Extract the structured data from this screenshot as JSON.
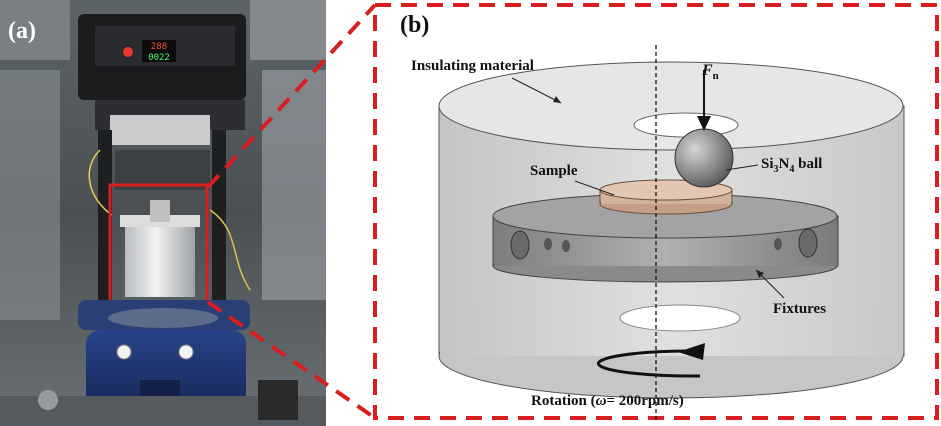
{
  "panel_a": {
    "label": "(a)",
    "display_readouts": [
      "288",
      "0022"
    ]
  },
  "panel_b": {
    "label": "(b)",
    "insulating_material": "Insulating material",
    "force_symbol": "F",
    "force_subscript": "n",
    "sample": "Sample",
    "ball_prefix": "Si",
    "ball_sub1": "3",
    "ball_mid": "N",
    "ball_sub2": "4",
    "ball_suffix": " ball",
    "fixtures": "Fixtures",
    "rotation_prefix": "Rotation (",
    "rotation_symbol": "ω",
    "rotation_value": "= 200rpm/s)"
  },
  "colors": {
    "callout": "#d81e1e",
    "cylinder": "#d9d9d9",
    "fixture": "#9a9a9a",
    "sample": "#d2b29a",
    "ball": "#8c8c8c"
  }
}
